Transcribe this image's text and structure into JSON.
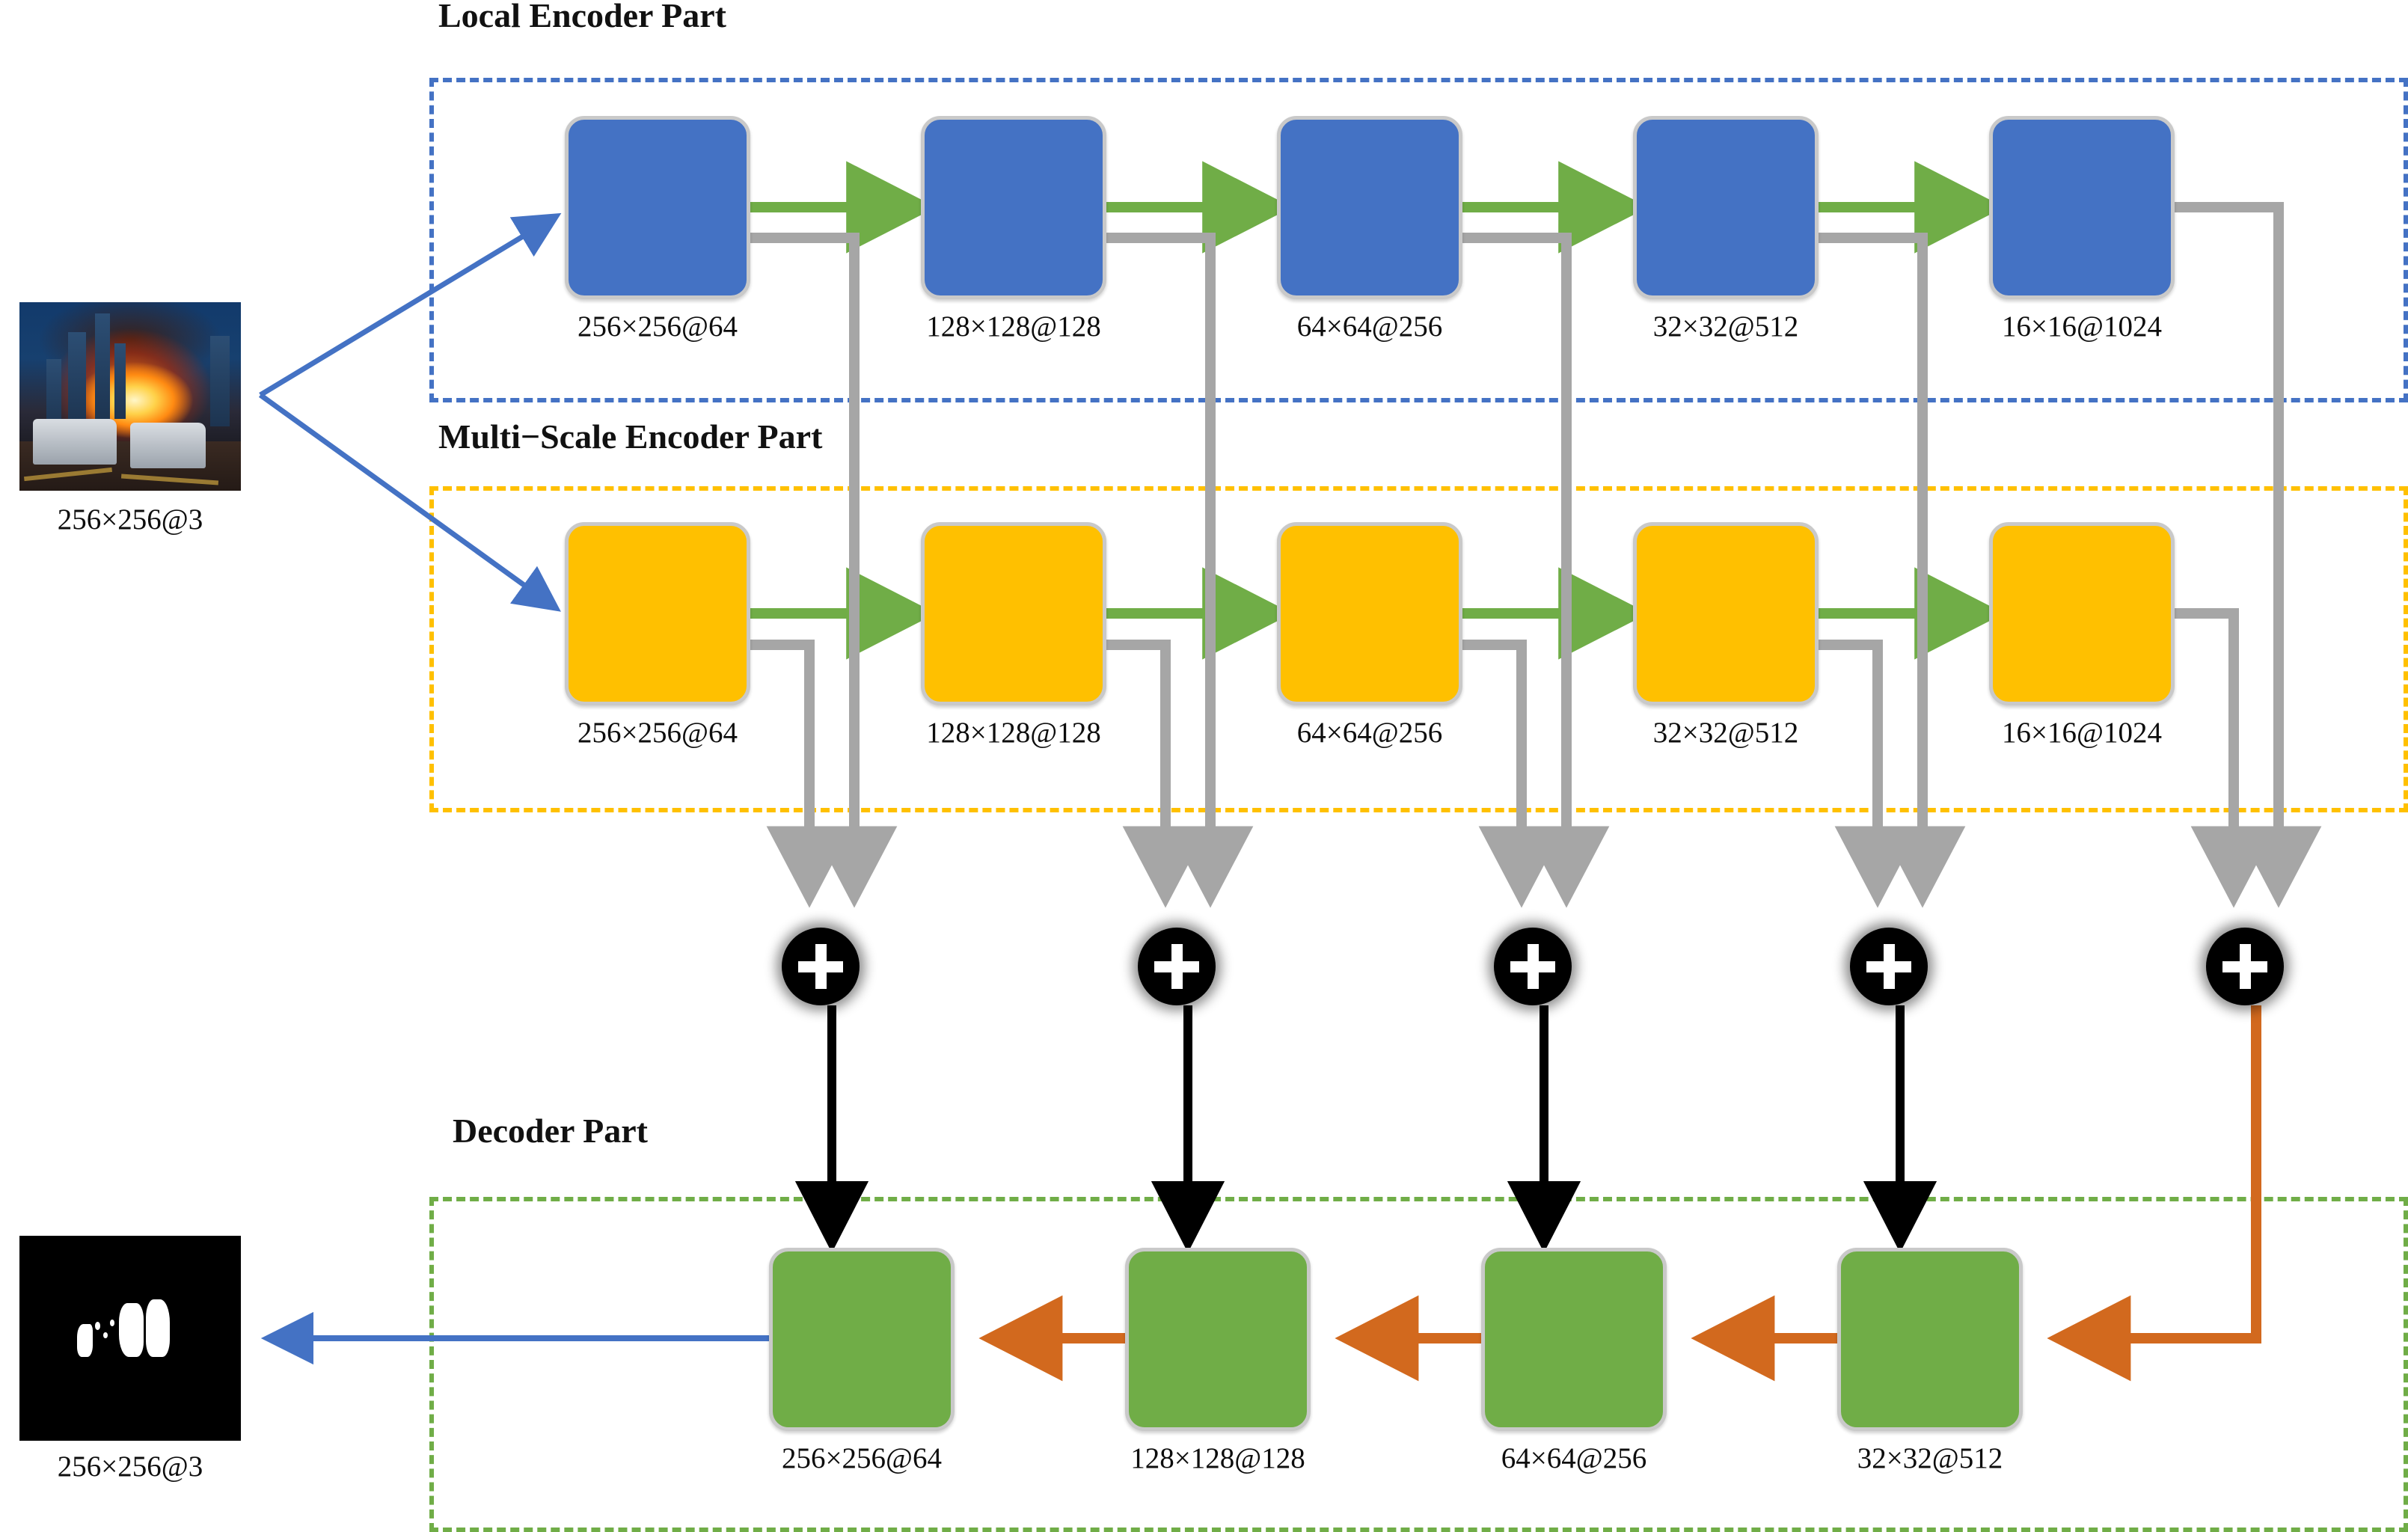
{
  "figure": {
    "type": "neural-network-architecture-diagram",
    "background": "#ffffff"
  },
  "colors": {
    "local_encoder": "#4472C4",
    "multiscale_encoder": "#FFC000",
    "decoder": "#70AD47",
    "skip_connection": "#A6A6A6",
    "forward_arrow": "#70AD47",
    "upsample_arrow": "#D2691E",
    "fusion_node": "#000000",
    "io_arrow": "#4472C4"
  },
  "sections": [
    {
      "id": "local-encoder",
      "title": "Local Encoder Part",
      "border_color": "#4472C4"
    },
    {
      "id": "multiscale-encoder",
      "title": "Multi−Scale Encoder Part",
      "border_color": "#FFC000"
    },
    {
      "id": "decoder",
      "title": "Decoder Part",
      "border_color": "#70AD47"
    }
  ],
  "input_image": {
    "caption": "256×256@3",
    "description": "burning-vehicle-night-scene"
  },
  "output_image": {
    "caption": "256×256@3",
    "description": "binary-fire-segmentation-mask"
  },
  "local_encoder_blocks": [
    {
      "label": "256×256@64"
    },
    {
      "label": "128×128@128"
    },
    {
      "label": "64×64@256"
    },
    {
      "label": "32×32@512"
    },
    {
      "label": "16×16@1024"
    }
  ],
  "multiscale_encoder_blocks": [
    {
      "label": "256×256@64"
    },
    {
      "label": "128×128@128"
    },
    {
      "label": "64×64@256"
    },
    {
      "label": "32×32@512"
    },
    {
      "label": "16×16@1024"
    }
  ],
  "decoder_blocks": [
    {
      "label": "256×256@64"
    },
    {
      "label": "128×128@128"
    },
    {
      "label": "64×64@256"
    },
    {
      "label": "32×32@512"
    }
  ],
  "fusion_nodes": [
    {
      "symbol": "+",
      "name": "fusion-add-1"
    },
    {
      "symbol": "+",
      "name": "fusion-add-2"
    },
    {
      "symbol": "+",
      "name": "fusion-add-3"
    },
    {
      "symbol": "+",
      "name": "fusion-add-4"
    },
    {
      "symbol": "+",
      "name": "fusion-add-5"
    }
  ]
}
